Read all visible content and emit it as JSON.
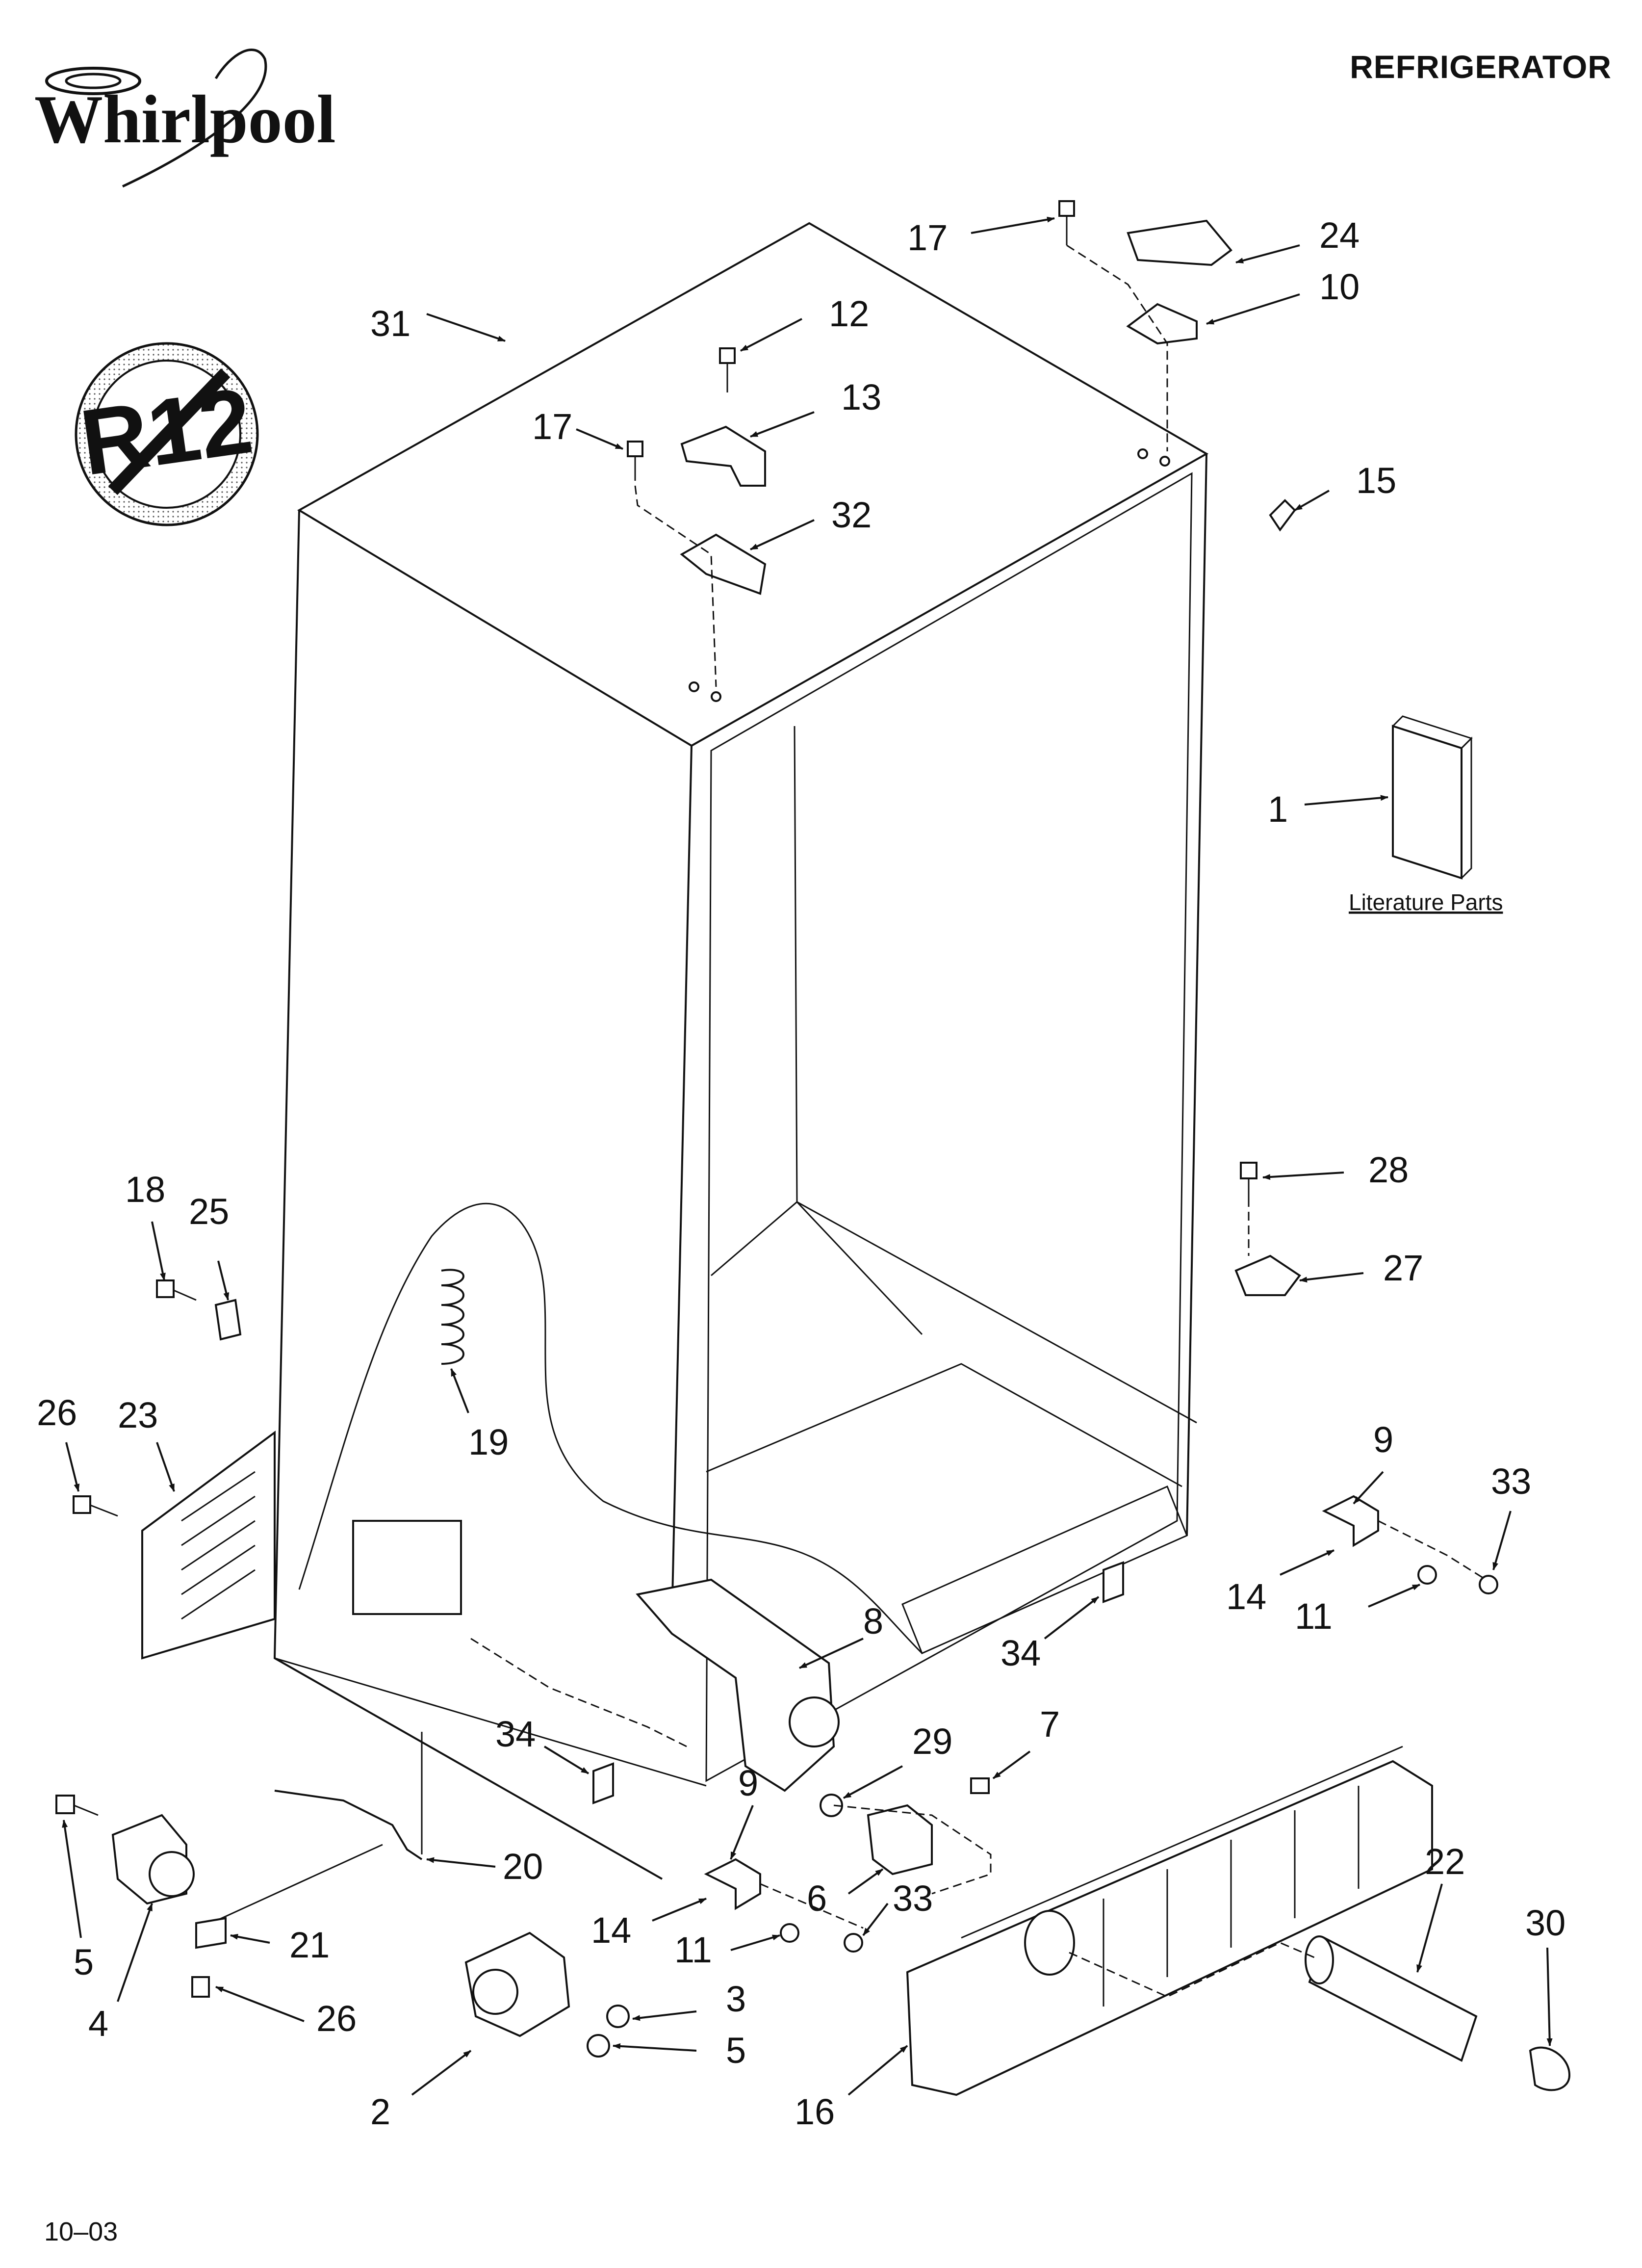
{
  "header": {
    "brand": "Whirlpool",
    "title": "REFRIGERATOR",
    "badge": "R12"
  },
  "literature": {
    "number": "1",
    "label": "Literature Parts"
  },
  "callouts": {
    "c31": "31",
    "c17a": "17",
    "c12": "12",
    "c13": "13",
    "c17b": "17",
    "c32": "32",
    "c24": "24",
    "c10": "10",
    "c15": "15",
    "c28": "28",
    "c27": "27",
    "c18": "18",
    "c25": "25",
    "c26a": "26",
    "c23": "23",
    "c19": "19",
    "c9a": "9",
    "c33a": "33",
    "c14a": "14",
    "c11a": "11",
    "c34a": "34",
    "c8": "8",
    "c29": "29",
    "c7": "7",
    "c34b": "34",
    "c9b": "9",
    "c20": "20",
    "c6": "6",
    "c33b": "33",
    "c14b": "14",
    "c11b": "11",
    "c22": "22",
    "c30": "30",
    "c5a": "5",
    "c4": "4",
    "c21": "21",
    "c26b": "26",
    "c3": "3",
    "c5b": "5",
    "c2": "2",
    "c16": "16"
  },
  "footer": {
    "code": "10–03"
  }
}
